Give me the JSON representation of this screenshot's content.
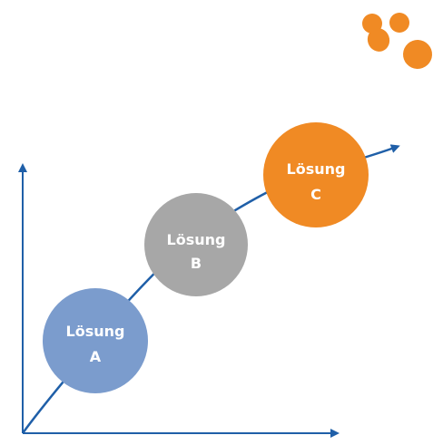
{
  "colors": {
    "axis": "#1f5fa8",
    "curve": "#1f5fa8",
    "logo": "#f08a24"
  },
  "logo": {
    "icon": "footprints-icon"
  },
  "diagram": {
    "nodes": [
      {
        "line1": "Lösung",
        "line2": "A",
        "color": "#7b9ccd"
      },
      {
        "line1": "Lösung",
        "line2": "B",
        "color": "#a7a7a7"
      },
      {
        "line1": "Lösung",
        "line2": "C",
        "color": "#f08a24"
      }
    ]
  }
}
